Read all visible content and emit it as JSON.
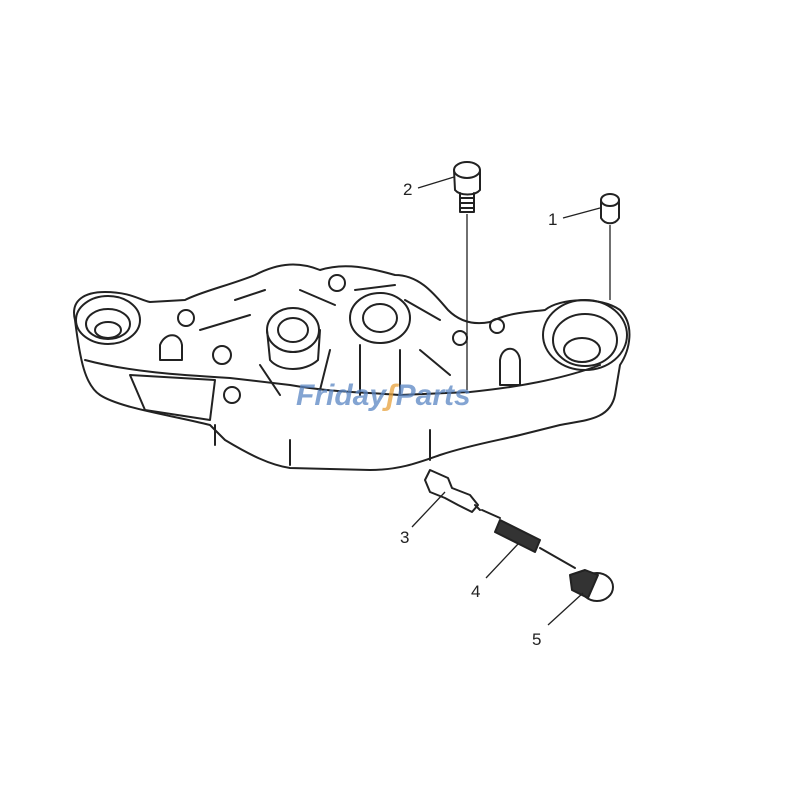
{
  "diagram": {
    "type": "exploded-parts-view",
    "subject": "housing with bolt, sleeve, valve, spring and plug",
    "callouts": [
      {
        "id": "1",
        "label": "1",
        "part": "sleeve / cap"
      },
      {
        "id": "2",
        "label": "2",
        "part": "bolt"
      },
      {
        "id": "3",
        "label": "3",
        "part": "valve"
      },
      {
        "id": "4",
        "label": "4",
        "part": "spring"
      },
      {
        "id": "5",
        "label": "5",
        "part": "plug"
      }
    ],
    "watermark": {
      "part1": "Friday",
      "part2": "Parts",
      "color": "#5a86c4",
      "accent": "#e8a13a"
    }
  }
}
